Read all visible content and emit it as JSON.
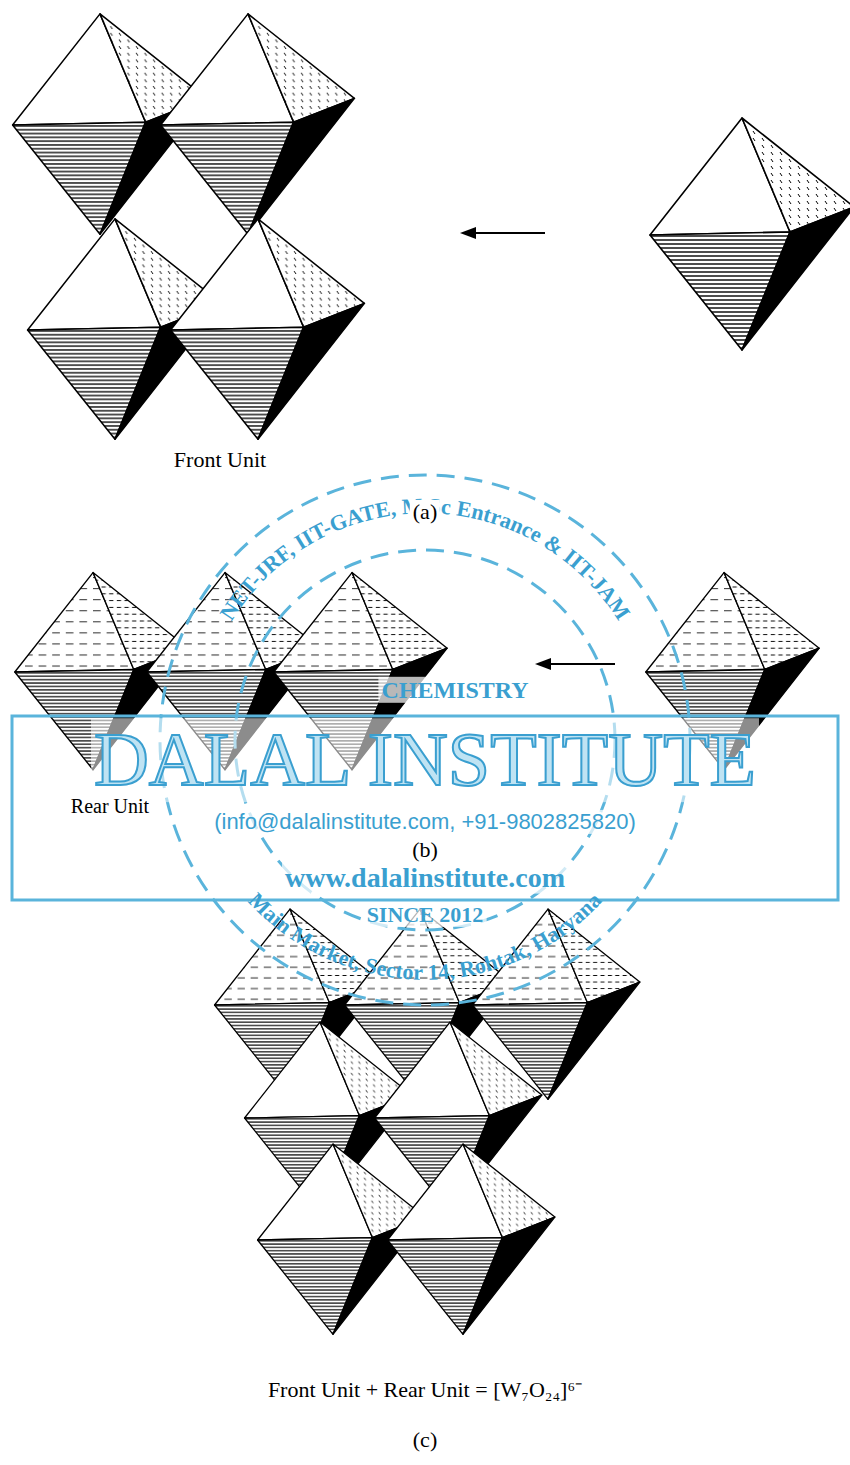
{
  "diagram": {
    "labels": [
      "Front Unit",
      "(a)",
      "NET-JRF, IIT-GATE, M.Sc Entrance & IIT-JAM",
      "CHEMISTRY",
      "DALAL INSTITUTE",
      "Rear Unit",
      "(info@dalalinstitute.com, +91-9802825820)",
      "(b)",
      "www.dalalinstitute.com",
      "SINCE 2012",
      "Main Market, Sector 14, Rohtak, Haryana",
      "Front Unit + Rear Unit = [W₇O₂₄]⁶⁻",
      "(c)"
    ]
  }
}
